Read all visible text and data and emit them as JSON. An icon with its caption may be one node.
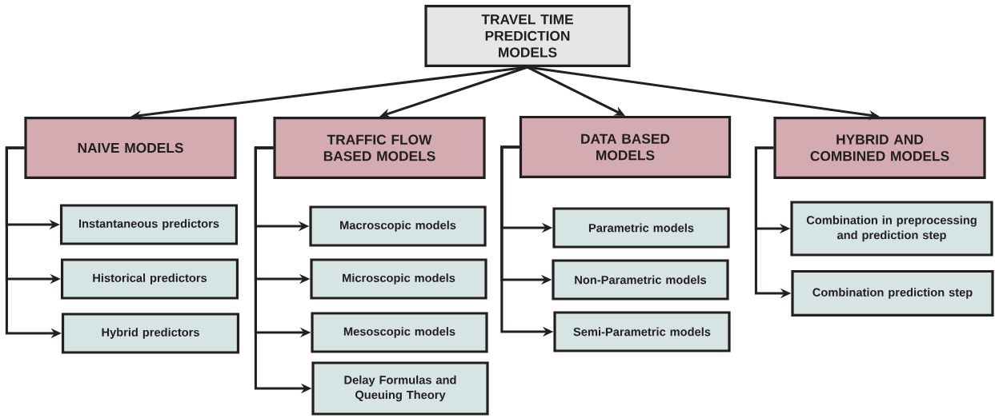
{
  "diagram": {
    "nodes": [
      {
        "text": [
          "TRAVEL TIME PREDICTION MODELS"
        ]
      },
      {
        "text": [
          "NAIVE MODELS"
        ]
      },
      {
        "text": [
          "TRAFFIC FLOW BASED MODELS"
        ]
      },
      {
        "text": [
          "DATA BASED MODELS"
        ]
      },
      {
        "text": [
          "HYBRID AND COMBINED MODELS"
        ]
      },
      {
        "text": [
          "Instantaneous predictors"
        ]
      },
      {
        "text": [
          "Historical predictors"
        ]
      },
      {
        "text": [
          "Hybrid predictors"
        ]
      },
      {
        "text": [
          "Macroscopic models"
        ]
      },
      {
        "text": [
          "Microscopic models"
        ]
      },
      {
        "text": [
          "Mesoscopic models"
        ]
      },
      {
        "text": [
          "Delay Formulas and Queuing Theory"
        ]
      },
      {
        "text": [
          "Parametric models"
        ]
      },
      {
        "text": [
          "Non-Parametric models"
        ]
      },
      {
        "text": [
          "Semi-Parametric models"
        ]
      },
      {
        "text": [
          "Combination in preprocessing and prediction step"
        ]
      },
      {
        "text": [
          "Combination  prediction step"
        ]
      }
    ],
    "edges": [
      {
        "from": 0,
        "to": 1,
        "arrow": "to"
      },
      {
        "from": 0,
        "to": 2,
        "arrow": "to"
      },
      {
        "from": 0,
        "to": 3,
        "arrow": "to"
      },
      {
        "from": 0,
        "to": 4,
        "arrow": "to"
      },
      {
        "from": 1,
        "to": 5,
        "arrow": "to"
      },
      {
        "from": 1,
        "to": 6,
        "arrow": "to"
      },
      {
        "from": 1,
        "to": 7,
        "arrow": "to"
      },
      {
        "from": 2,
        "to": 8,
        "arrow": "to"
      },
      {
        "from": 2,
        "to": 9,
        "arrow": "to"
      },
      {
        "from": 2,
        "to": 10,
        "arrow": "to"
      },
      {
        "from": 2,
        "to": 11,
        "arrow": "to"
      },
      {
        "from": 3,
        "to": 12,
        "arrow": "to"
      },
      {
        "from": 3,
        "to": 13,
        "arrow": "to"
      },
      {
        "from": 3,
        "to": 14,
        "arrow": "to"
      },
      {
        "from": 4,
        "to": 15,
        "arrow": "to"
      },
      {
        "from": 4,
        "to": 16,
        "arrow": "to"
      }
    ]
  }
}
